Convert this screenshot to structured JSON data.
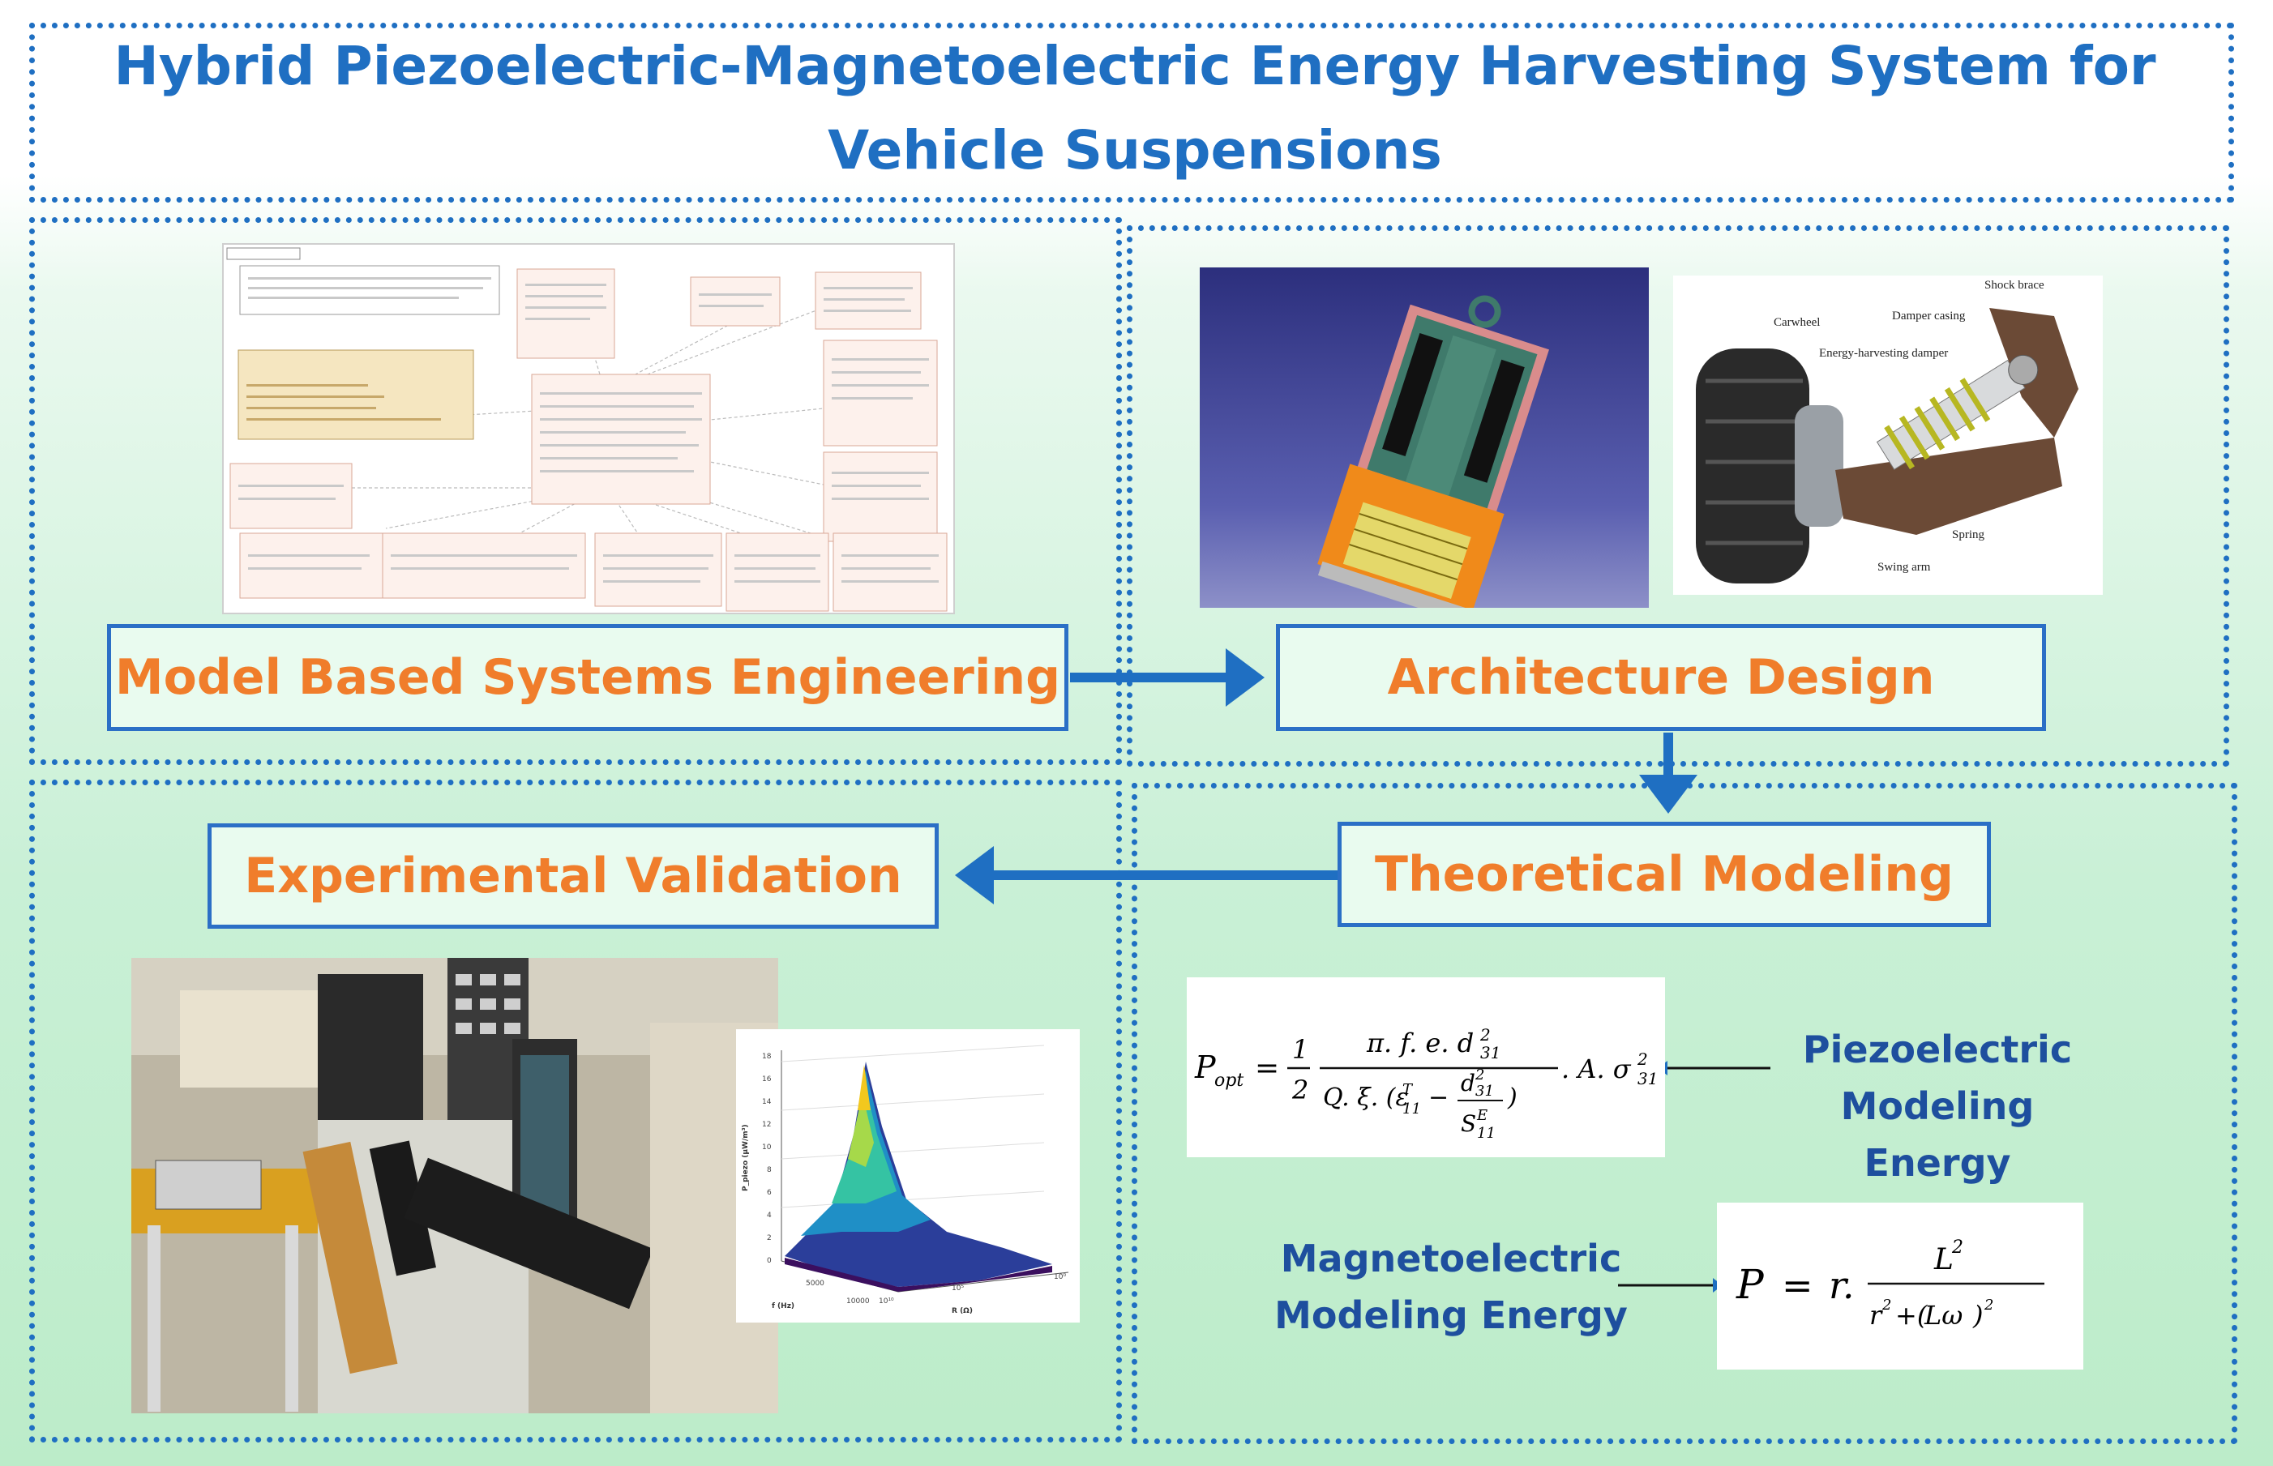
{
  "title": "Hybrid Piezoelectric-Magnetoelectric Energy Harvesting System for Vehicle Suspensions",
  "stages": {
    "mbse": "Model Based Systems Engineering",
    "architecture": "Architecture Design",
    "theoretical": "Theoretical Modeling",
    "experimental": "Experimental Validation"
  },
  "formulas": {
    "piezo_label": "Piezoelectric Modeling Energy",
    "magneto_label": "Magnetoelectric Modeling Energy"
  },
  "suspension_labels": {
    "carwheel": "Carwheel",
    "damper_casing": "Damper casing",
    "shock_brace": "Shock brace",
    "energy_damper": "Energy-harvesting damper",
    "spring": "Spring",
    "swing_arm": "Swing arm"
  },
  "plot_labels": {
    "x_axis": "f (Hz)",
    "y_axis": "P_piezo (μW/m³)",
    "r_axis": "R (Ω)",
    "x_ticks": [
      "5000",
      "10000"
    ],
    "r_ticks": [
      "10¹⁰",
      "10⁵",
      "10⁰"
    ],
    "y_ticks": [
      "0",
      "2",
      "4",
      "6",
      "8",
      "10",
      "12",
      "14",
      "16",
      "18"
    ]
  },
  "colors": {
    "border": "#1f6fc2",
    "stage_text": "#f07d2b",
    "label_text": "#1e4f9e"
  }
}
